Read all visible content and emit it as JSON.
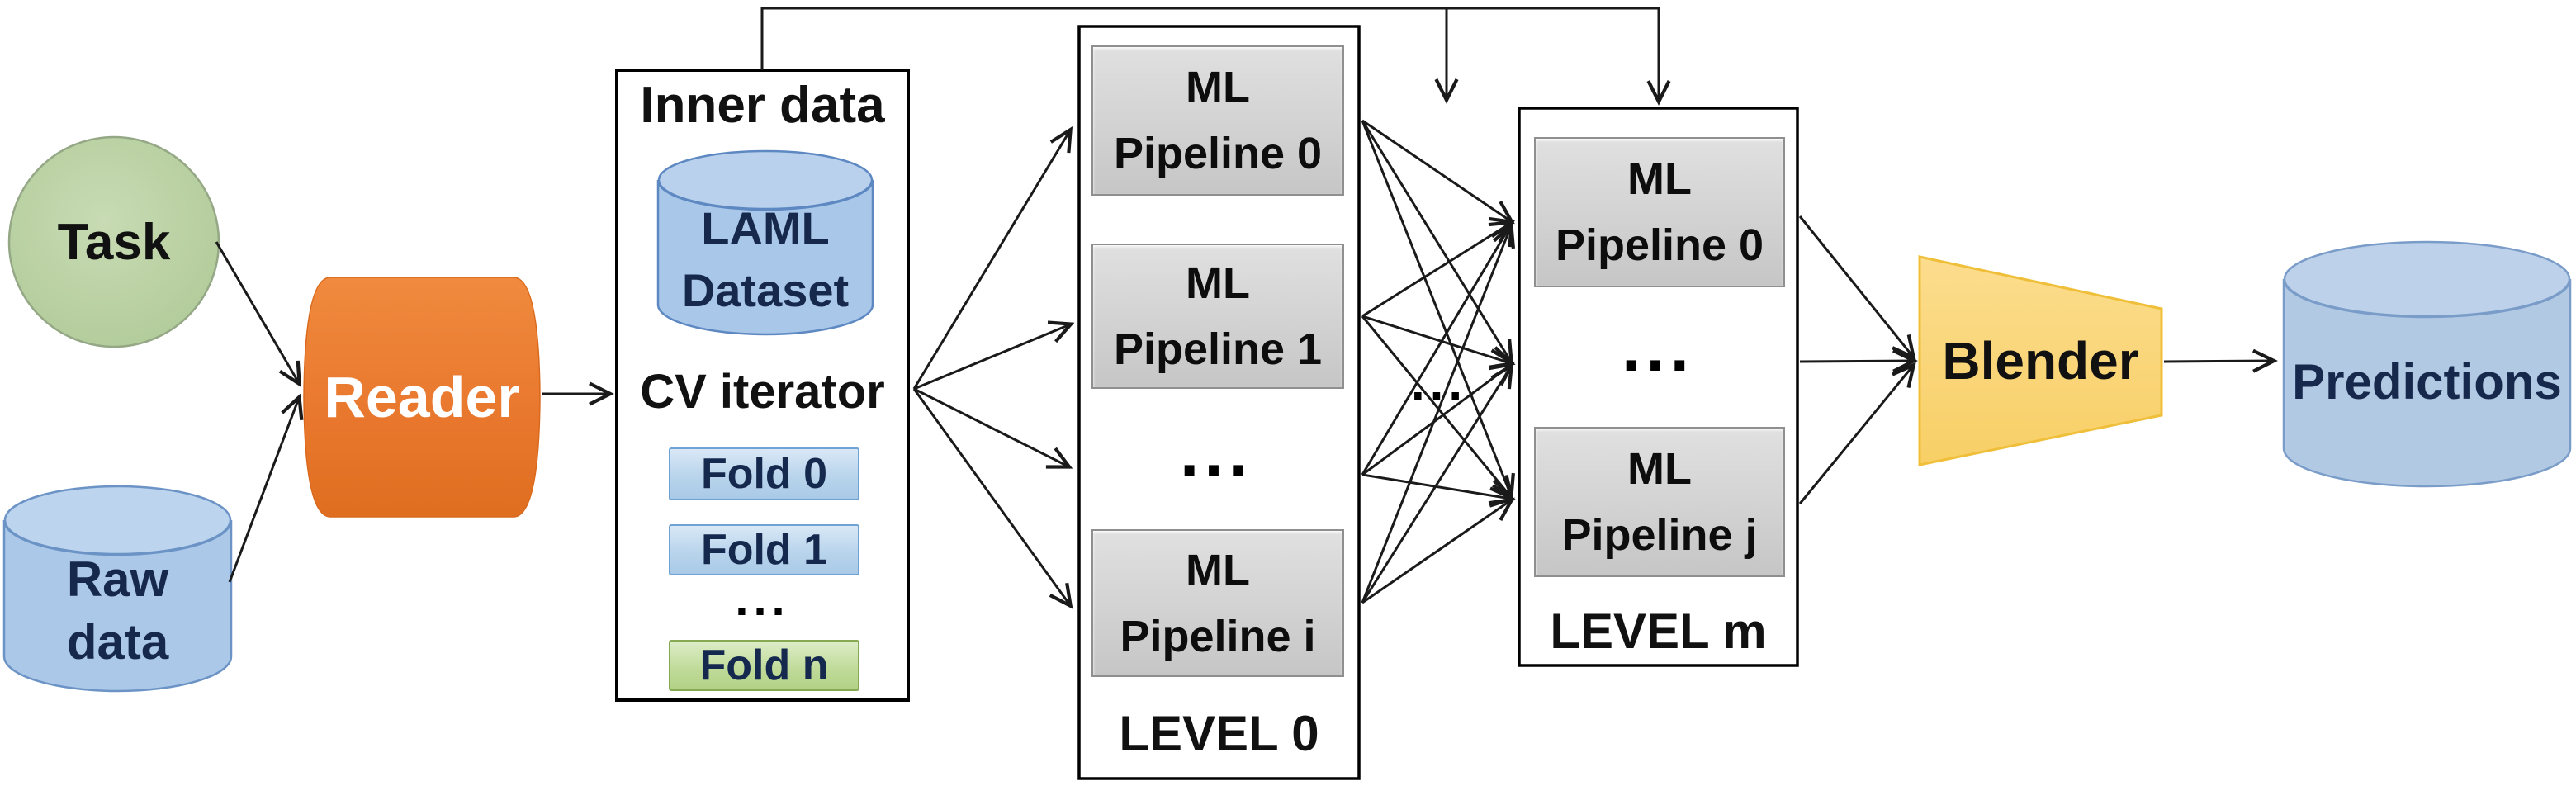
{
  "diagram": {
    "task": {
      "label": "Task"
    },
    "raw_data": {
      "line1": "Raw",
      "line2": "data"
    },
    "reader": {
      "label": "Reader"
    },
    "inner_data": {
      "title": "Inner data",
      "laml_dataset": {
        "line1": "LAML",
        "line2": "Dataset"
      },
      "cv_iterator_label": "CV iterator",
      "folds": [
        {
          "label": "Fold 0"
        },
        {
          "label": "Fold 1"
        }
      ],
      "folds_ellipsis": "...",
      "fold_n": {
        "label": "Fold n"
      }
    },
    "level_0": {
      "title": "LEVEL 0",
      "pipeline_0": {
        "line1": "ML",
        "line2": "Pipeline 0"
      },
      "pipeline_1": {
        "line1": "ML",
        "line2": "Pipeline 1"
      },
      "ellipsis": "...",
      "pipeline_i": {
        "line1": "ML",
        "line2": "Pipeline i"
      }
    },
    "between_levels_ellipsis": "...",
    "level_m": {
      "title": "LEVEL m",
      "pipeline_0": {
        "line1": "ML",
        "line2": "Pipeline 0"
      },
      "ellipsis": "...",
      "pipeline_j": {
        "line1": "ML",
        "line2": "Pipeline j"
      }
    },
    "blender": {
      "label": "Blender"
    },
    "predictions": {
      "label": "Predictions"
    },
    "colors": {
      "task_fill": "#B9D2A1",
      "task_border": "#95A886",
      "cylinder_fill": "#ABC8E8",
      "cylinder_top_fill": "#BDD4EE",
      "cylinder_border": "#6B93C5",
      "reader_fill": "#E8772D",
      "fold_blue_fill": "#B9D4EC",
      "fold_blue_border": "#6FA3D6",
      "fold_green_fill": "#BFDA97",
      "fold_green_border": "#86A953",
      "pipeline_gray_fill": "#D2D2D2",
      "pipeline_gray_border": "#8F8F8F",
      "blender_fill": "#FBD77B",
      "blender_border": "#F0BF3A",
      "arrow_color": "#1a1a1a",
      "text_navy": "#16294D",
      "background": "#FFFFFF"
    }
  }
}
